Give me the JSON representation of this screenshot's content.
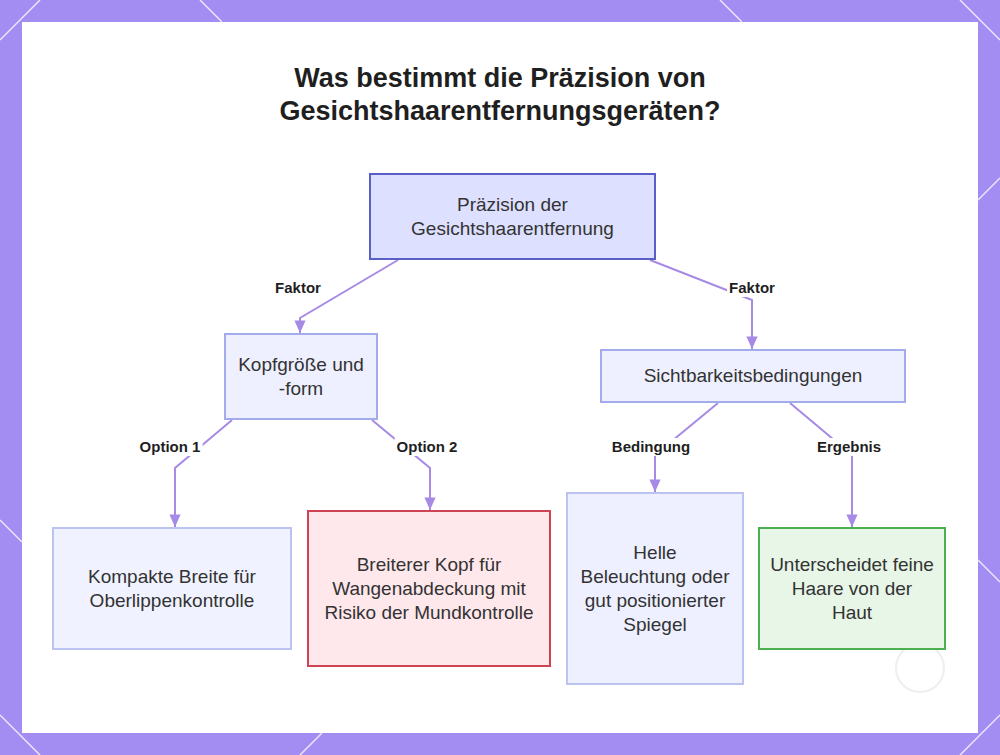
{
  "diagram": {
    "title": "Was bestimmt die Präzision von Gesichtshaarentfernungsgeräten?",
    "nodes": [
      {
        "text": [
          "Präzision der Gesichtshaarentfernung"
        ]
      },
      {
        "text": [
          "Kopfgröße und -form"
        ]
      },
      {
        "text": [
          "Sichtbarkeitsbedingungen"
        ]
      },
      {
        "text": [
          "Kompakte Breite für Oberlippenkontrolle"
        ]
      },
      {
        "text": [
          "Breiterer Kopf für Wangenabdeckung mit Risiko der Mundkontrolle"
        ]
      },
      {
        "text": [
          "Helle Beleuchtung oder gut positionierter Spiegel"
        ]
      },
      {
        "text": [
          "Unterscheidet feine Haare von der Haut"
        ]
      }
    ],
    "edges": [
      {
        "from": 0,
        "to": 1,
        "label": "Faktor",
        "arrow": "to"
      },
      {
        "from": 0,
        "to": 2,
        "label": "Faktor",
        "arrow": "to"
      },
      {
        "from": 1,
        "to": 3,
        "label": "Option 1",
        "arrow": "to"
      },
      {
        "from": 1,
        "to": 4,
        "label": "Option 2",
        "arrow": "to"
      },
      {
        "from": 2,
        "to": 5,
        "label": "Bedingung",
        "arrow": "to"
      },
      {
        "from": 2,
        "to": 6,
        "label": "Ergebnis",
        "arrow": "to"
      }
    ]
  }
}
